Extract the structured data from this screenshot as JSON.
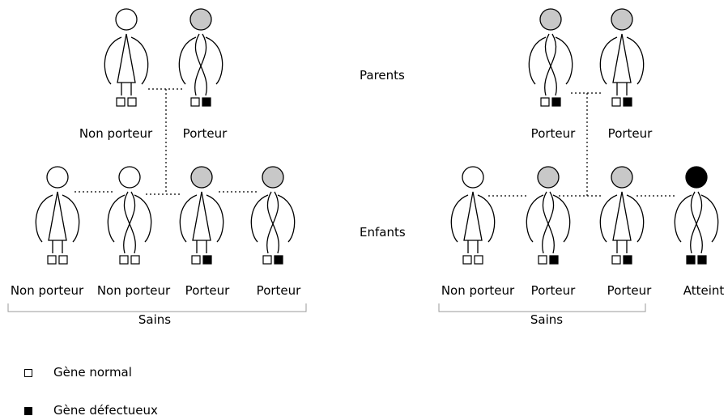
{
  "labels": {
    "parents": "Parents",
    "children": "Enfants",
    "healthy": "Sains",
    "non_carrier": "Non porteur",
    "carrier": "Porteur",
    "affected": "Atteint"
  },
  "legend": {
    "normal_gene": "Gène normal",
    "defective_gene": "Gène défectueux"
  },
  "colors": {
    "non_carrier_head": "#ffffff",
    "carrier_head": "#c8c8c8",
    "affected_head": "#000000",
    "defective_gene": "#000000",
    "normal_gene": "#ffffff"
  },
  "left_family": {
    "parents": [
      {
        "sex": "female",
        "status": "non_carrier",
        "genes": [
          "normal",
          "normal"
        ]
      },
      {
        "sex": "male",
        "status": "carrier",
        "genes": [
          "normal",
          "defective"
        ]
      }
    ],
    "children": [
      {
        "sex": "female",
        "status": "non_carrier",
        "genes": [
          "normal",
          "normal"
        ]
      },
      {
        "sex": "male",
        "status": "non_carrier",
        "genes": [
          "normal",
          "normal"
        ]
      },
      {
        "sex": "female",
        "status": "carrier",
        "genes": [
          "normal",
          "defective"
        ]
      },
      {
        "sex": "male",
        "status": "carrier",
        "genes": [
          "normal",
          "defective"
        ]
      }
    ]
  },
  "right_family": {
    "parents": [
      {
        "sex": "male",
        "status": "carrier",
        "genes": [
          "normal",
          "defective"
        ]
      },
      {
        "sex": "female",
        "status": "carrier",
        "genes": [
          "normal",
          "defective"
        ]
      }
    ],
    "children": [
      {
        "sex": "female",
        "status": "non_carrier",
        "genes": [
          "normal",
          "normal"
        ]
      },
      {
        "sex": "male",
        "status": "carrier",
        "genes": [
          "normal",
          "defective"
        ]
      },
      {
        "sex": "female",
        "status": "carrier",
        "genes": [
          "normal",
          "defective"
        ]
      },
      {
        "sex": "male",
        "status": "affected",
        "genes": [
          "defective",
          "defective"
        ]
      }
    ]
  }
}
